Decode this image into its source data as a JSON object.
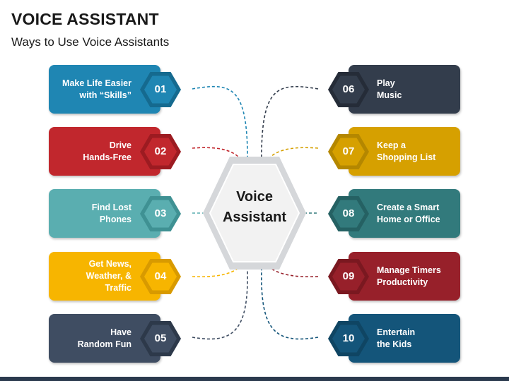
{
  "header": {
    "title": "VOICE ASSISTANT",
    "subtitle": "Ways to Use Voice Assistants"
  },
  "center": {
    "line1": "Voice",
    "line2": "Assistant"
  },
  "items": [
    {
      "num": "01",
      "line1": "Make Life Easier",
      "line2": "with “Skills”",
      "line3": "",
      "color": "#1f86b3",
      "dark": "#156a8f"
    },
    {
      "num": "02",
      "line1": "Drive",
      "line2": "Hands-Free",
      "line3": "",
      "color": "#c1272d",
      "dark": "#9c1b21"
    },
    {
      "num": "03",
      "line1": "Find Lost",
      "line2": "Phones",
      "line3": "",
      "color": "#5aaeb0",
      "dark": "#3f9193"
    },
    {
      "num": "04",
      "line1": "Get News,",
      "line2": "Weather, &",
      "line3": "Traffic",
      "color": "#f7b500",
      "dark": "#d89a00"
    },
    {
      "num": "05",
      "line1": "Have",
      "line2": "Random Fun",
      "line3": "",
      "color": "#3f4d62",
      "dark": "#2d394a"
    },
    {
      "num": "06",
      "line1": "Play",
      "line2": "Music",
      "line3": "",
      "color": "#333d4c",
      "dark": "#252c38"
    },
    {
      "num": "07",
      "line1": "Keep a",
      "line2": "Shopping List",
      "line3": "",
      "color": "#d6a000",
      "dark": "#b48700"
    },
    {
      "num": "08",
      "line1": "Create a Smart",
      "line2": "Home or Office",
      "line3": "",
      "color": "#327a7c",
      "dark": "#256163"
    },
    {
      "num": "09",
      "line1": "Manage Timers",
      "line2": "Productivity",
      "line3": "",
      "color": "#97202a",
      "dark": "#7a1820"
    },
    {
      "num": "10",
      "line1": "Entertain",
      "line2": "the Kids",
      "line3": "",
      "color": "#14557a",
      "dark": "#0f4563"
    }
  ]
}
